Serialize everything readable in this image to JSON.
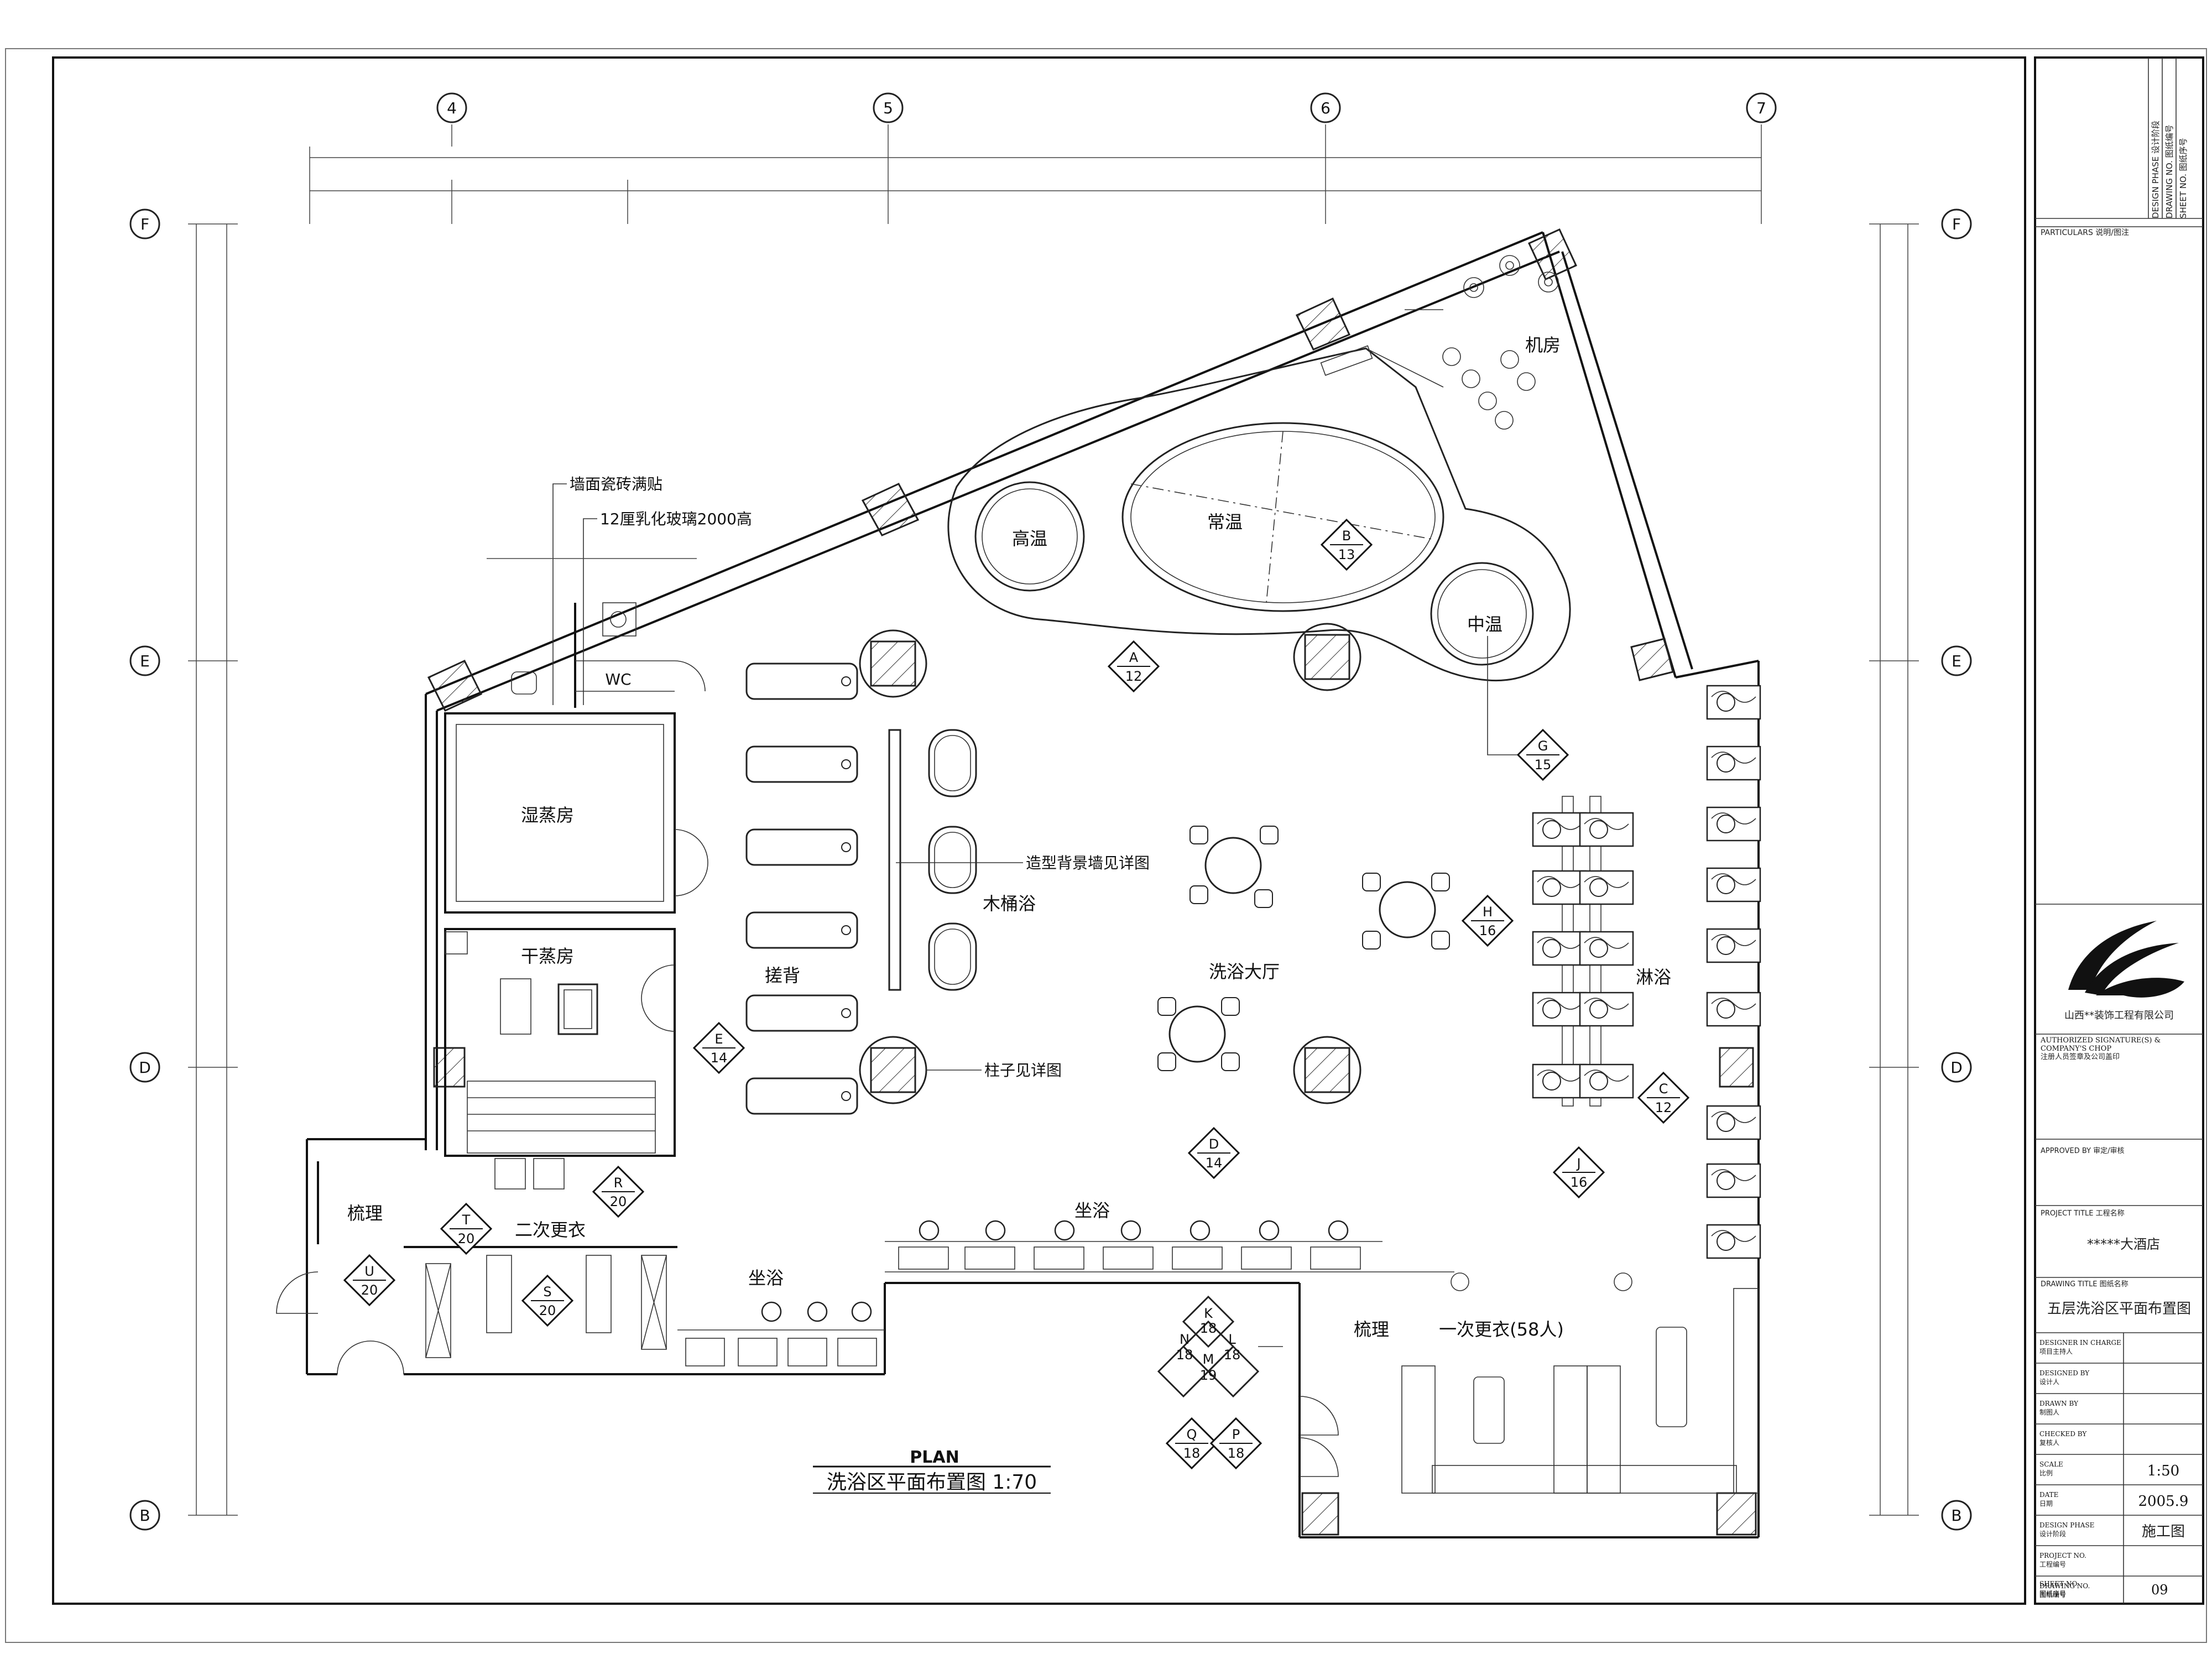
{
  "grid": {
    "columns": [
      "4",
      "5",
      "6",
      "7"
    ],
    "rows": [
      "F",
      "E",
      "D",
      "B"
    ]
  },
  "rooms": {
    "high_temp": "高温",
    "normal_temp": "常温",
    "mid_temp": "中温",
    "machine_room": "机房",
    "wc": "WC",
    "steam_room": "湿蒸房",
    "dry_sauna": "干蒸房",
    "scrub": "搓背",
    "wood_tub": "木桶浴",
    "hall": "洗浴大厅",
    "shower": "淋浴",
    "grooming_left": "梳理",
    "second_change": "二次更衣",
    "sit_bath_left": "坐浴",
    "sit_bath_center": "坐浴",
    "grooming_right": "梳理",
    "first_change": "一次更衣(58人)"
  },
  "notes": {
    "wall_tile": "墙面瓷砖满贴",
    "glass": "12厘乳化玻璃2000高",
    "feature_wall": "造型背景墙见详图",
    "column_detail": "柱子见详图"
  },
  "markers": [
    {
      "letter": "A",
      "num": "12"
    },
    {
      "letter": "B",
      "num": "13"
    },
    {
      "letter": "G",
      "num": "15"
    },
    {
      "letter": "H",
      "num": "16"
    },
    {
      "letter": "E",
      "num": "14"
    },
    {
      "letter": "C",
      "num": "12"
    },
    {
      "letter": "D",
      "num": "14"
    },
    {
      "letter": "J",
      "num": "16"
    },
    {
      "letter": "R",
      "num": "20"
    },
    {
      "letter": "T",
      "num": "20"
    },
    {
      "letter": "U",
      "num": "20"
    },
    {
      "letter": "S",
      "num": "20"
    },
    {
      "letter": "Q",
      "num": "18"
    },
    {
      "letter": "P",
      "num": "18"
    }
  ],
  "cluster": {
    "k": "K",
    "k_num": "18",
    "n": "N",
    "n_num": "18",
    "l": "L",
    "l_num": "18",
    "m": "M",
    "m_num": "19"
  },
  "plan_title": {
    "label": "PLAN",
    "title": "洗浴区平面布置图 1:70"
  },
  "title_block": {
    "design_phase": "DESIGN PHASE 设计阶段",
    "drawing_no_head": "DRAWING NO. 图纸编号",
    "sheet_no_head": "SHEET NO. 图纸序号",
    "particulars": "PARTICULARS 说明/图注",
    "company": "山西**装饰工程有限公司",
    "authorized_1": "AUTHORIZED SIGNATURE(S) &",
    "authorized_2": "COMPANY'S CHOP",
    "authorized_3": "注册人员签章及公司盖印",
    "approved": "APPROVED BY   审定/审核",
    "project_title_label": "PROJECT TITLE   工程名称",
    "project_title": "*****大酒店",
    "drawing_title_label": "DRAWING TITLE   图纸名称",
    "drawing_title": "五层洗浴区平面布置图",
    "designer_in_charge": "DESIGNER IN CHARGE",
    "designer_in_charge_cn": "项目主持人",
    "designed_by": "DESIGNED BY",
    "designed_by_cn": "设计人",
    "drawn_by": "DRAWN BY",
    "drawn_by_cn": "制图人",
    "checked_by": "CHECKED BY",
    "checked_by_cn": "复核人",
    "scale_label": "SCALE",
    "scale_cn": "比例",
    "scale": "1:50",
    "date_label": "DATE",
    "date_cn": "日期",
    "date": "2005.9",
    "phase_label": "DESIGN PHASE",
    "phase_cn": "设计阶段",
    "phase": "施工图",
    "project_no": "PROJECT NO.",
    "project_no_cn": "工程编号",
    "drawing_no": "DRAWING NO.",
    "drawing_no_cn": "图纸编号",
    "sheet_no": "SHEET NO.",
    "sheet_no_cn": "图纸序号",
    "sheet": "09"
  }
}
